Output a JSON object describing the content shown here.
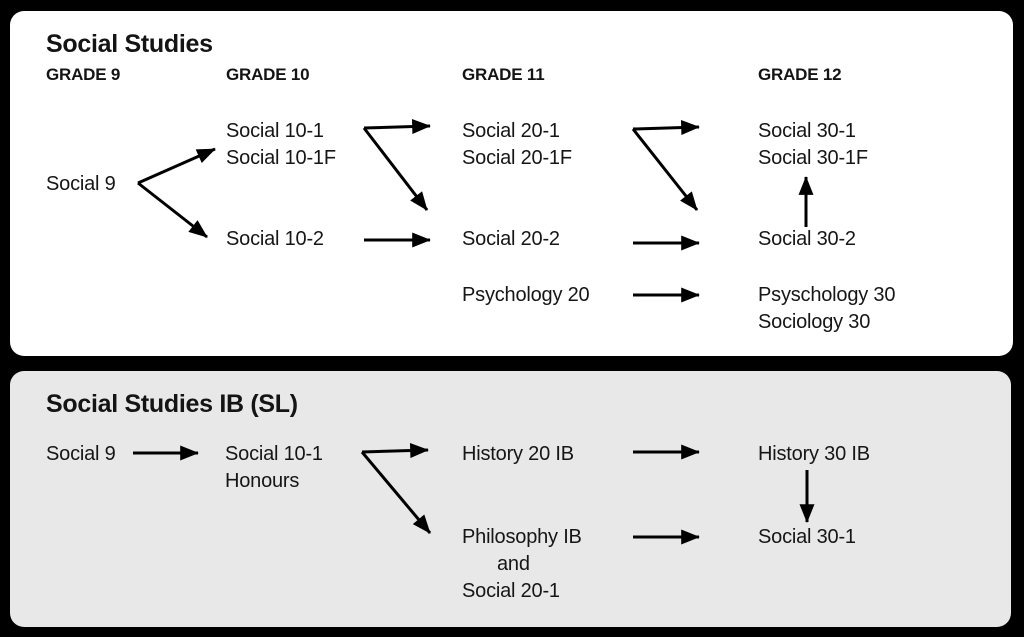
{
  "colors": {
    "background": "#000000",
    "panel_regular": "#ffffff",
    "panel_ib": "#e8e8e8",
    "text": "#161616",
    "arrow": "#000000"
  },
  "panels": [
    {
      "title": "Social Studies",
      "headers": [
        "GRADE 9",
        "GRADE 10",
        "GRADE 11",
        "GRADE 12"
      ],
      "nodes": {
        "social9": [
          "Social 9"
        ],
        "social10_1": [
          "Social 10-1",
          "Social 10-1F"
        ],
        "social10_2": [
          "Social 10-2"
        ],
        "social20_1": [
          "Social 20-1",
          "Social 20-1F"
        ],
        "social20_2": [
          "Social 20-2"
        ],
        "psychology20": [
          "Psychology 20"
        ],
        "social30_1": [
          "Social 30-1",
          "Social 30-1F"
        ],
        "social30_2": [
          "Social 30-2"
        ],
        "psychology30": [
          "Psyschology 30",
          "Sociology 30"
        ]
      },
      "edges": [
        {
          "from": "Social 9",
          "to": "Social 10-1 / Social 10-1F"
        },
        {
          "from": "Social 9",
          "to": "Social 10-2"
        },
        {
          "from": "Social 10-1",
          "to": "Social 20-1 / Social 20-1F"
        },
        {
          "from": "Social 10-1",
          "to": "Social 20-2"
        },
        {
          "from": "Social 10-2",
          "to": "Social 20-2"
        },
        {
          "from": "Social 20-1",
          "to": "Social 30-1 / Social 30-1F"
        },
        {
          "from": "Social 20-1",
          "to": "Social 30-2"
        },
        {
          "from": "Social 20-2",
          "to": "Social 30-2"
        },
        {
          "from": "Psychology 20",
          "to": "Psyschology 30 / Sociology 30"
        },
        {
          "from": "Social 30-2",
          "to": "Social 30-1F"
        }
      ]
    },
    {
      "title": "Social Studies IB (SL)",
      "nodes": {
        "social9": [
          "Social 9"
        ],
        "social10_1_honours": [
          "Social 10-1",
          "Honours"
        ],
        "history20ib": [
          "History 20 IB"
        ],
        "history30ib": [
          "History 30 IB"
        ],
        "philosophy_block": [
          "Philosophy IB",
          "and",
          "Social 20-1"
        ],
        "social30_1": [
          "Social 30-1"
        ]
      },
      "edges": [
        {
          "from": "Social 9",
          "to": "Social 10-1 Honours"
        },
        {
          "from": "Social 10-1 Honours",
          "to": "History 20 IB"
        },
        {
          "from": "Social 10-1 Honours",
          "to": "Philosophy IB and Social 20-1"
        },
        {
          "from": "History 20 IB",
          "to": "History 30 IB"
        },
        {
          "from": "History 30 IB",
          "to": "Social 30-1"
        },
        {
          "from": "Philosophy IB and Social 20-1",
          "to": "Social 30-1"
        }
      ]
    }
  ]
}
